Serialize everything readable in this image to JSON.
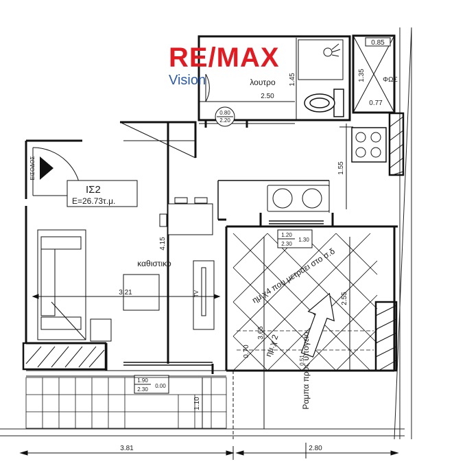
{
  "brand": {
    "logo_text": "RE/MAX",
    "tagline": "Vision",
    "colors": {
      "red": "#e11b22",
      "blue": "#2a5aa8"
    }
  },
  "unit": {
    "code": "ΙΣ2",
    "area": "Ε=26.73τ.μ."
  },
  "rooms": {
    "bathroom": "λουτρο",
    "living": "καθιστικο",
    "entrance": "ΕΙΣΟΔΟΣ",
    "skylight": "ΦΩΣ",
    "semi_open_1": "ημ.χ4 που μετραει στο σ.δ",
    "semi_open_2": "ημ.χ 2",
    "ramp": "Ραμπα προς υπογειο"
  },
  "dimensions": {
    "bath_width": "2.50",
    "bath_height": "1.45",
    "shaft_top": "0.85",
    "shaft_side": "1.35",
    "shaft_bottom": "0.77",
    "kitchen_depth": "1.55",
    "living_height": "4.15",
    "living_width": "3.21",
    "patio_depth": "2.55",
    "patio_mid": "3.65",
    "patio_small": "0.70",
    "patio_tiny": "0.51",
    "balcony_depth": "1.10",
    "total_left": "3.81",
    "total_right": "2.80",
    "tv_label": "TV"
  },
  "openings": {
    "bath_door_w": "0.80",
    "bath_door_h": "2.20",
    "kitchen_window_w": "1.20",
    "kitchen_window_h": "2.30",
    "kitchen_window_sill": "1.30",
    "balcony_door_w": "1.90",
    "balcony_door_h": "2.30",
    "balcony_door_sill": "0.00"
  }
}
